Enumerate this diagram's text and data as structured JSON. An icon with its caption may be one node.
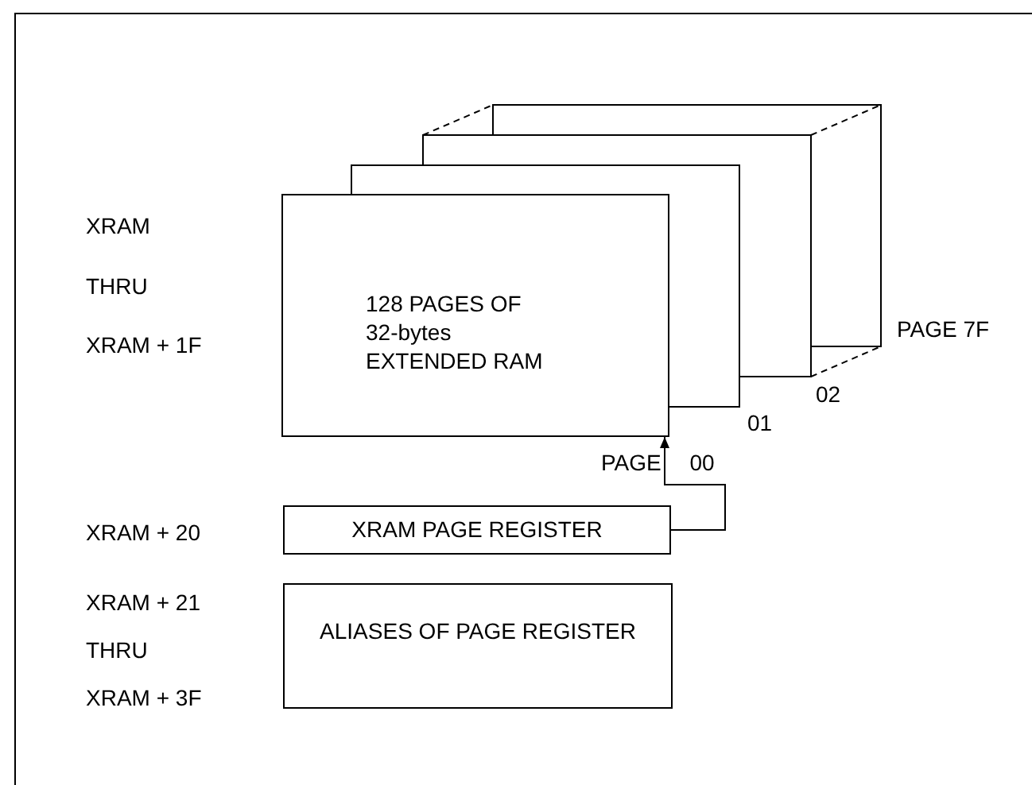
{
  "diagram": {
    "nodes": [
      {
        "text": [
          "128 PAGES OF 32-bytes EXTENDED RAM"
        ],
        "beside": [
          "PAGE 00"
        ]
      },
      {
        "text": [],
        "shape": "box",
        "beside": [
          "01"
        ]
      },
      {
        "text": [],
        "shape": "box",
        "beside": [
          "02"
        ]
      },
      {
        "text": [],
        "shape": "box",
        "beside": [
          "PAGE 7F"
        ]
      },
      {
        "text": [
          "XRAM PAGE REGISTER"
        ]
      },
      {
        "text": [
          "ALIASES OF PAGE REGISTER"
        ]
      }
    ],
    "edges": [
      {
        "from": 4,
        "to": 0,
        "arrow": "to"
      },
      {
        "from": 2,
        "to": 3,
        "arrow": "none",
        "style": "dashed"
      },
      {
        "from": 2,
        "to": 3,
        "arrow": "none",
        "style": "dashed"
      },
      {
        "from": 2,
        "to": 3,
        "arrow": "none",
        "style": "dashed"
      }
    ],
    "labels": [
      "XRAM",
      "THRU",
      "XRAM + 1F",
      "XRAM + 20",
      "XRAM + 21",
      "THRU",
      "XRAM + 3F"
    ]
  }
}
